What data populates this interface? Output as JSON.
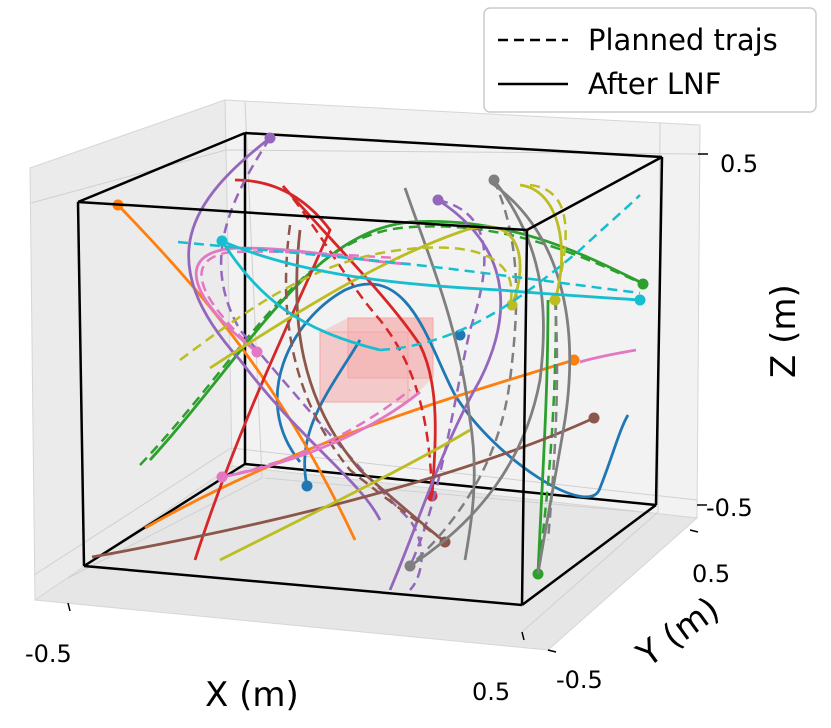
{
  "chart_data": {
    "type": "line",
    "projection": "3d",
    "xlabel": "X (m)",
    "ylabel": "Y (m)",
    "zlabel": "Z (m)",
    "xlim": [
      -0.5,
      0.5
    ],
    "ylim": [
      -0.5,
      0.5
    ],
    "zlim": [
      -0.5,
      0.5
    ],
    "x_ticks": [
      "-0.5",
      "0.5"
    ],
    "y_ticks": [
      "-0.5",
      "0.5"
    ],
    "z_ticks": [
      "-0.5",
      "0.5"
    ],
    "grid": true,
    "legend_position": "top-right",
    "legend": [
      {
        "label": "Planned trajs",
        "style": "dashed"
      },
      {
        "label": "After LNF",
        "style": "solid"
      }
    ],
    "obstacle": {
      "color": "#f4a7a7"
    },
    "series": [
      {
        "color": "#1f77b4"
      },
      {
        "color": "#ff7f0e"
      },
      {
        "color": "#2ca02c"
      },
      {
        "color": "#d62728"
      },
      {
        "color": "#9467bd"
      },
      {
        "color": "#8c564b"
      },
      {
        "color": "#e377c2"
      },
      {
        "color": "#7f7f7f"
      },
      {
        "color": "#bcbd22"
      },
      {
        "color": "#17becf"
      }
    ]
  }
}
